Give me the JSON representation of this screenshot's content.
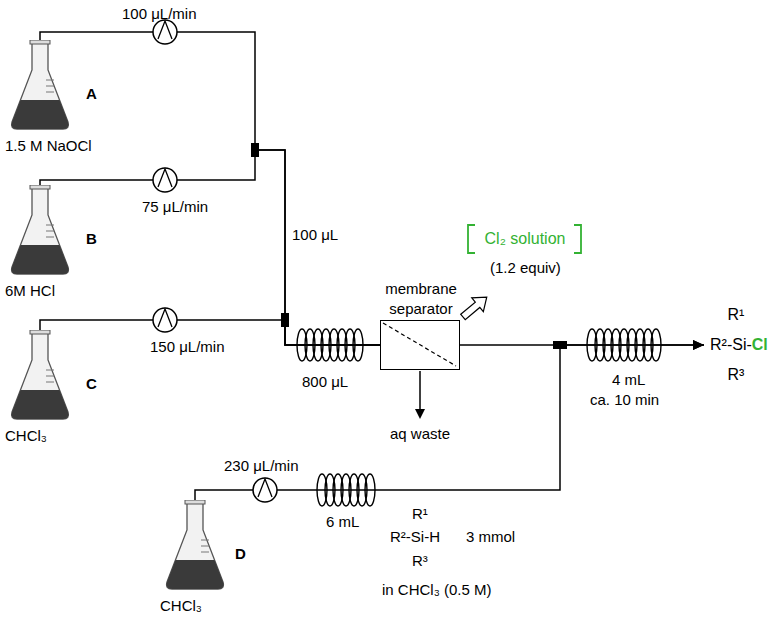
{
  "diagram": {
    "nodes": [
      {
        "text": [
          "A",
          "1.5 M NaOCl"
        ]
      },
      {
        "text": [
          "B",
          "6M HCl"
        ]
      },
      {
        "text": [
          "C",
          "CHCl₃"
        ]
      },
      {
        "text": [
          "membrane separator"
        ]
      },
      {
        "text": [
          "D",
          "CHCl₃"
        ]
      },
      {
        "text": [
          "R¹",
          "R²-Si-",
          "Cl",
          "R³"
        ]
      }
    ],
    "edges": [
      {
        "from": 0,
        "to": 3,
        "arrow": "none"
      },
      {
        "from": 1,
        "to": 3,
        "arrow": "none"
      },
      {
        "from": 2,
        "to": 3,
        "arrow": "none"
      },
      {
        "from": 3,
        "to": 5,
        "arrow": "to"
      },
      {
        "from": 4,
        "to": 5,
        "arrow": "to"
      }
    ],
    "labels": [
      "100 μL/min",
      "75 μL/min",
      "150 μL/min",
      "100 μL",
      "800 μL",
      "Cl₂ solution",
      "(1.2 equiv)",
      "aq waste",
      "4 mL",
      "ca. 10 min",
      "230 μL/min",
      "6 mL",
      "R¹",
      "R²-Si-H",
      "R³",
      "3 mmol",
      "in CHCl₃ (0.5 M)"
    ]
  }
}
